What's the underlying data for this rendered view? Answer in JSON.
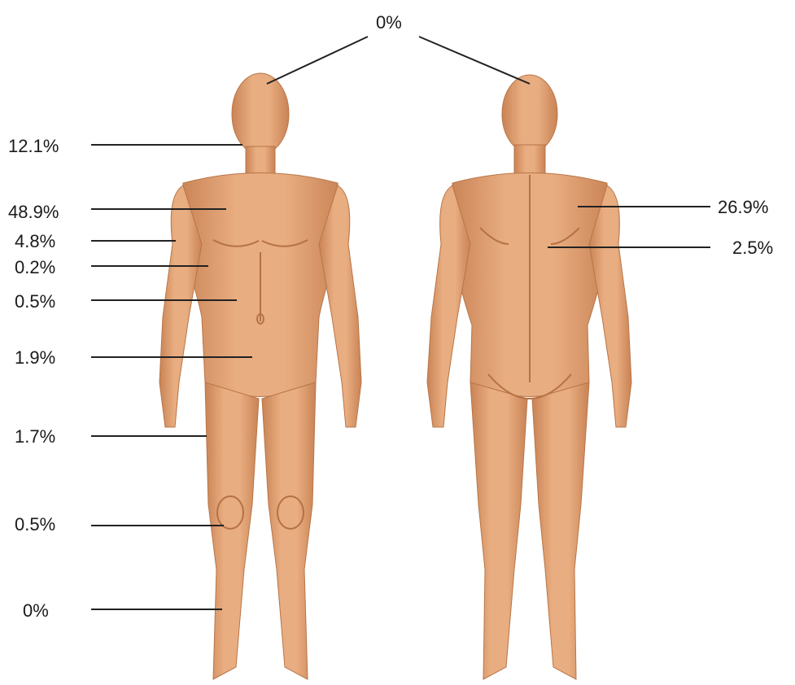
{
  "colors": {
    "skin": "#e2a173",
    "skin_shadow": "#c98355",
    "line": "#222222"
  },
  "top_label": "0%",
  "front_labels": [
    "12.1%",
    "48.9%",
    "4.8%",
    "0.2%",
    "0.5%",
    "1.9%",
    "1.7%",
    "0.5%",
    "0%"
  ],
  "back_labels": [
    "26.9%",
    "2.5%"
  ]
}
